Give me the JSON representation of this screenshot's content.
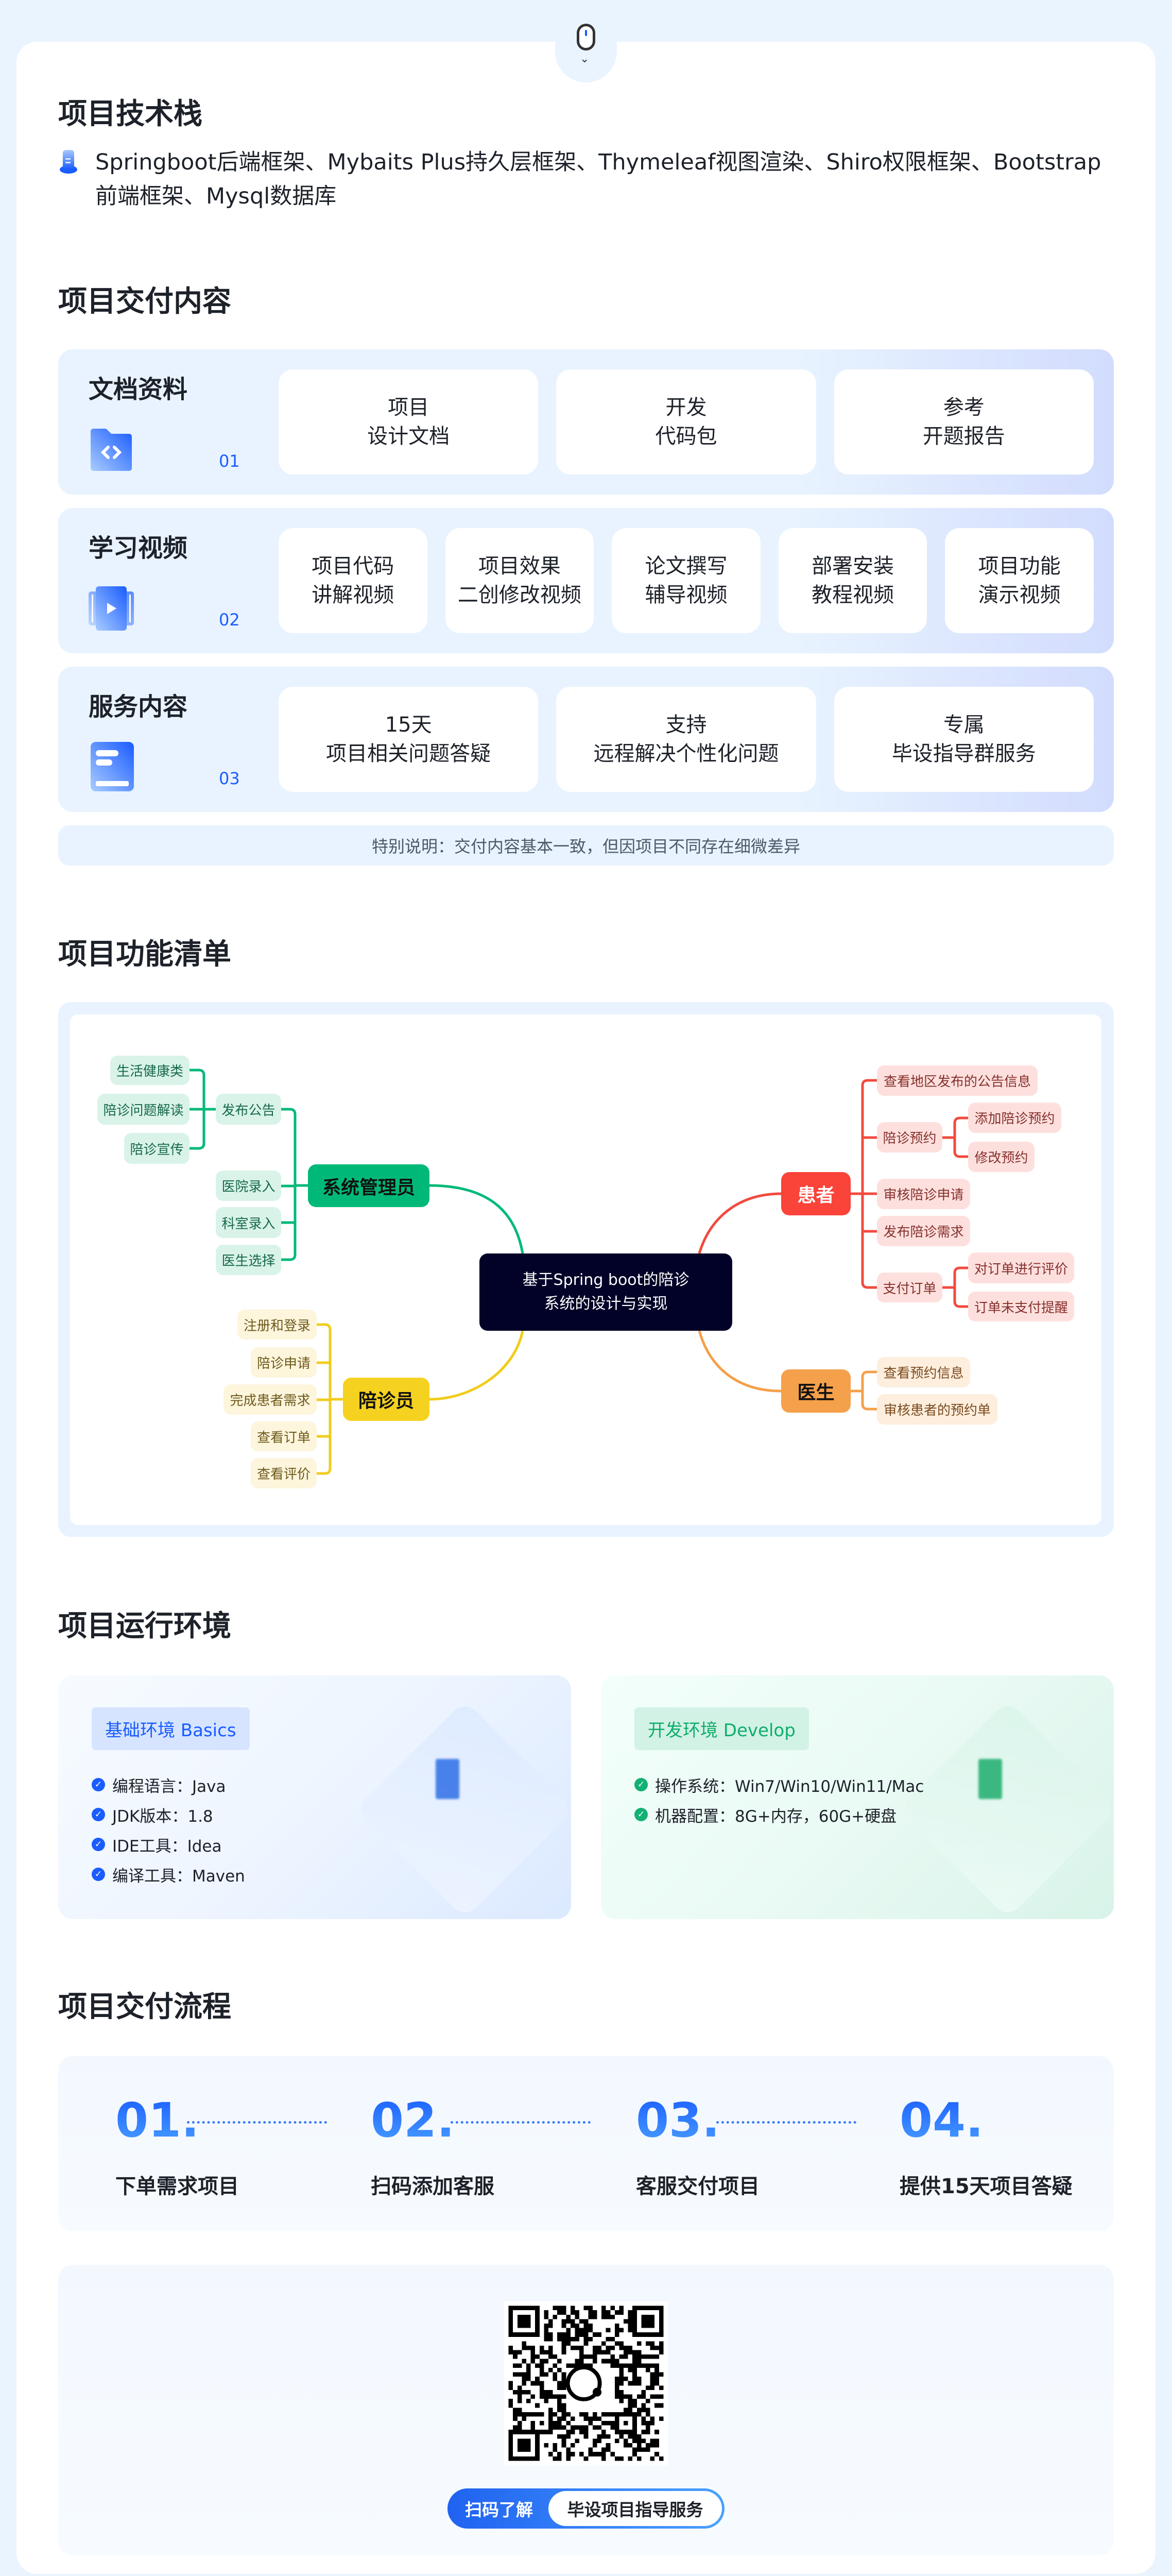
{
  "tech_stack": {
    "title": "项目技术栈",
    "text": "Springboot后端框架、Mybaits Plus持久层框架、Thymeleaf视图渲染、Shiro权限框架、Bootstrap前端框架、Mysql数据库"
  },
  "delivery": {
    "title": "项目交付内容",
    "groups": [
      {
        "label": "文档资料",
        "number": "01",
        "icon": "folder-code-icon",
        "items": [
          "项目\n设计文档",
          "开发\n代码包",
          "参考\n开题报告"
        ]
      },
      {
        "label": "学习视频",
        "number": "02",
        "icon": "video-play-icon",
        "items": [
          "项目代码\n讲解视频",
          "项目效果\n二创修改视频",
          "论文撰写\n辅导视频",
          "部署安装\n教程视频",
          "项目功能\n演示视频"
        ]
      },
      {
        "label": "服务内容",
        "number": "03",
        "icon": "document-list-icon",
        "items": [
          "15天\n项目相关问题答疑",
          "支持\n远程解决个性化问题",
          "专属\n毕设指导群服务"
        ]
      }
    ],
    "notice": "特别说明：交付内容基本一致，但因项目不同存在细微差异"
  },
  "features": {
    "title": "项目功能清单",
    "center": "基于Spring boot的陪诊\n系统的设计与实现",
    "admin": {
      "label": "系统管理员",
      "announce": "发布公告",
      "announce_children": [
        "生活健康类",
        "陪诊问题解读",
        "陪诊宣传"
      ],
      "children": [
        "医院录入",
        "科室录入",
        "医生选择"
      ]
    },
    "escort": {
      "label": "陪诊员",
      "children": [
        "注册和登录",
        "陪诊申请",
        "完成患者需求",
        "查看订单",
        "查看评价"
      ]
    },
    "patient": {
      "label": "患者",
      "children": [
        "查看地区发布的公告信息",
        "陪诊预约",
        "审核陪诊申请",
        "发布陪诊需求",
        "支付订单"
      ],
      "appointment_children": [
        "添加陪诊预约",
        "修改预约"
      ],
      "pay_children": [
        "对订单进行评价",
        "订单未支付提醒"
      ]
    },
    "doctor": {
      "label": "医生",
      "children": [
        "查看预约信息",
        "审核患者的预约单"
      ]
    },
    "colors": {
      "admin": "#00b978",
      "escort": "#f5d220",
      "patient": "#fa4339",
      "doctor": "#f5a04a"
    }
  },
  "environment": {
    "title": "项目运行环境",
    "basics": {
      "tag": "基础环境  Basics",
      "items": [
        "编程语言：Java",
        "JDK版本：1.8",
        "IDE工具：Idea",
        "编译工具：Maven"
      ]
    },
    "develop": {
      "tag": "开发环境  Develop",
      "items": [
        "操作系统：Win7/Win10/Win11/Mac",
        "机器配置：8G+内存，60G+硬盘"
      ]
    }
  },
  "process": {
    "title": "项目交付流程",
    "steps": [
      {
        "num": "01.",
        "label": "下单需求项目"
      },
      {
        "num": "02.",
        "label": "扫码添加客服"
      },
      {
        "num": "03.",
        "label": "客服交付项目"
      },
      {
        "num": "04.",
        "label": "提供15天项目答疑"
      }
    ]
  },
  "contact": {
    "scan_label": "扫码了解",
    "service_label": "毕设项目指导服务"
  }
}
